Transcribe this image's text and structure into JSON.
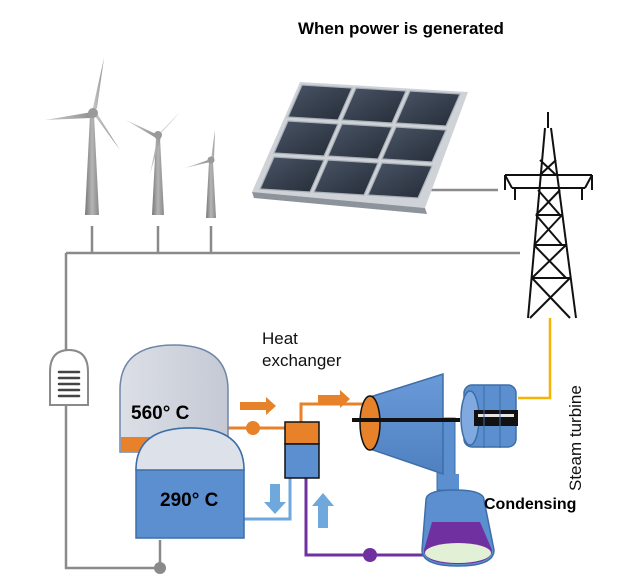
{
  "title": "When power is generated",
  "heat_exchanger": {
    "line1": "Heat",
    "line2": "exchanger"
  },
  "hot_tank": {
    "label": "560°  C"
  },
  "cold_tank": {
    "label": "290°  C"
  },
  "condensing_label": "Condensing",
  "steam_turbine_label": "Steam turbine",
  "colors": {
    "grid_line": "#8a8a8a",
    "hot_fluid": "#e8822a",
    "cold_fluid": "#6fa8dc",
    "equipment_blue": "#5b8fd0",
    "condensate": "#7030a0",
    "power_line": "#f4b400"
  },
  "icons": {
    "turbines": "wind-turbine-icon",
    "solar": "solar-panel-icon",
    "tower": "transmission-tower-icon",
    "heater": "electric-heater-icon"
  }
}
